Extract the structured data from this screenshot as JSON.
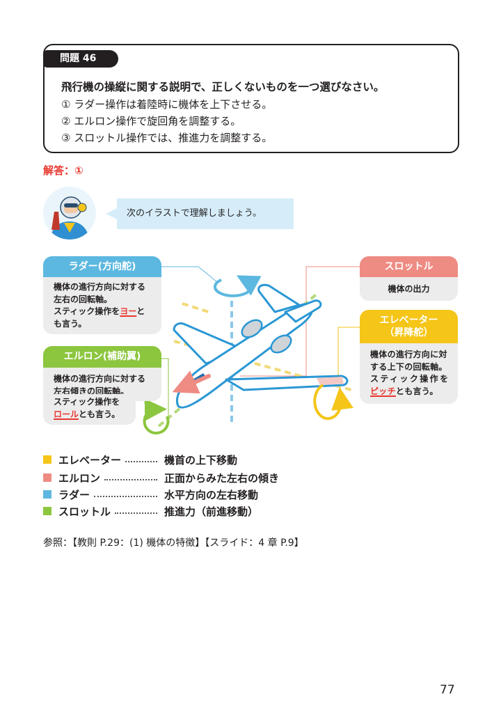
{
  "question": {
    "tag": "問題 46",
    "prompt": "飛行機の操縦に関する説明で、正しくないものを一つ選びなさい。",
    "options": [
      "① ラダー操作は着陸時に機体を上下させる。",
      "② エルロン操作で旋回角を調整する。",
      "③ スロットル操作では、推進力を調整する。"
    ]
  },
  "answer": "解答：①",
  "guide": {
    "speech": "次のイラストで理解しましょう。"
  },
  "callouts": {
    "rudder": {
      "title": "ラダー(方向舵)",
      "lines": [
        "機体の進行方向に対する",
        "左右の回転軸。"
      ],
      "stick_pre": "スティック操作を",
      "term": "ヨー",
      "stick_post": "と",
      "last": "も言う。"
    },
    "aileron": {
      "title": "エルロン(補助翼)",
      "lines": [
        "機体の進行方向に対する",
        "左右傾きの回転軸。"
      ],
      "stick": "スティック操作を",
      "term": "ロール",
      "post": "とも言う。"
    },
    "throttle": {
      "title": "スロットル",
      "text": "機体の出力"
    },
    "elevator": {
      "title": "エレベーター",
      "subtitle": "（昇降舵）",
      "lines": [
        "機体の進行方向に対",
        "する上下の回転軸。"
      ],
      "stick": "スティック操作を",
      "term": "ピッチ",
      "post": "とも言う。"
    }
  },
  "legend": [
    {
      "label": "エレベーター",
      "value": "機首の上下移動",
      "color": "#f5c518"
    },
    {
      "label": "エルロン",
      "value": "正面からみた左右の傾き",
      "color": "#ee8b83"
    },
    {
      "label": "ラダー",
      "value": "水平方向の左右移動",
      "color": "#5cb8e0"
    },
    {
      "label": "スロットル",
      "value": "推進力（前進移動）",
      "color": "#8cc63f"
    }
  ],
  "reference": "参照：【教則 P.29：(1) 機体の特徴】【スライド：4 章 P.9】",
  "page_number": "77",
  "colors": {
    "rudder": "#5cb8e0",
    "aileron": "#8cc63f",
    "throttle": "#ee8b83",
    "elevator": "#f5c518",
    "answer": "#e8382f"
  }
}
